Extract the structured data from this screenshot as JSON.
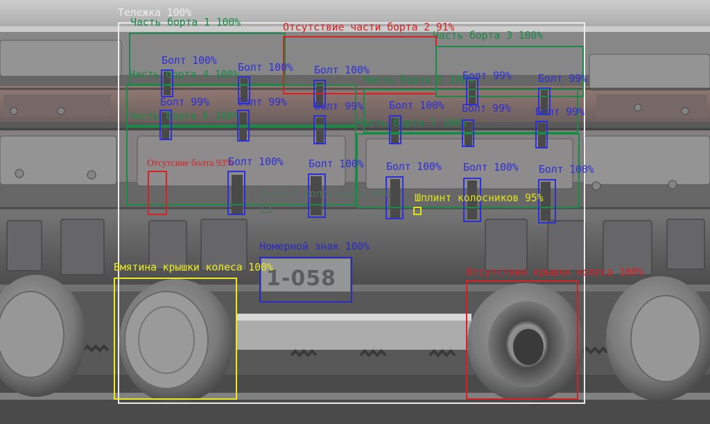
{
  "colors": {
    "class_truck": "#ececec",
    "class_side": "#1b8a46",
    "class_bolt": "#2d2fd6",
    "class_missing": "#d82024",
    "class_cap_dent": "#ecec22",
    "class_cotter": "#53725f",
    "class_cotter_yellow": "#e2e21c",
    "class_plate": "#2a2bc2"
  },
  "scene": {
    "plate_digits": "1-058"
  },
  "detections": [
    {
      "id": "truck",
      "cls": "class_truck",
      "label": "Тележка 100%"
    },
    {
      "id": "side-part-1",
      "cls": "class_side",
      "label": "Часть борта 1 100%"
    },
    {
      "id": "missing-side-part-2",
      "cls": "class_missing",
      "label": "Отсутствие части борта 2 91%"
    },
    {
      "id": "side-part-3",
      "cls": "class_side",
      "label": "Часть борта 3 100%"
    },
    {
      "id": "side-part-4",
      "cls": "class_side",
      "label": "Часть борта 4 100%"
    },
    {
      "id": "side-part-5",
      "cls": "class_side",
      "label": "Часть борта 5 100%"
    },
    {
      "id": "side-part-6",
      "cls": "class_side",
      "label": "Часть борта 6 100%"
    },
    {
      "id": "side-part-7",
      "cls": "class_side",
      "label": "Часть борта 7 100%"
    },
    {
      "id": "bolt-r1-1",
      "cls": "class_bolt",
      "label": "Болт 100%"
    },
    {
      "id": "bolt-r1-2",
      "cls": "class_bolt",
      "label": "Болт 100%"
    },
    {
      "id": "bolt-r1-3",
      "cls": "class_bolt",
      "label": "Болт 100%"
    },
    {
      "id": "bolt-r1-4",
      "cls": "class_bolt",
      "label": "Болт 99%"
    },
    {
      "id": "bolt-r1-5",
      "cls": "class_bolt",
      "label": "Болт 99%"
    },
    {
      "id": "bolt-r2-1",
      "cls": "class_bolt",
      "label": "Болт 99%"
    },
    {
      "id": "bolt-r2-2",
      "cls": "class_bolt",
      "label": "Болт 99%"
    },
    {
      "id": "bolt-r2-3",
      "cls": "class_bolt",
      "label": "Болт 99%"
    },
    {
      "id": "bolt-r2-4",
      "cls": "class_bolt",
      "label": "Болт 100%"
    },
    {
      "id": "bolt-r2-5",
      "cls": "class_bolt",
      "label": "Болт 99%"
    },
    {
      "id": "bolt-r2-6",
      "cls": "class_bolt",
      "label": "Болт 99%"
    },
    {
      "id": "missing-bolt",
      "cls": "class_missing",
      "label": "Отсутсвие болта 93%",
      "font": "serif"
    },
    {
      "id": "bolt-r3-1",
      "cls": "class_bolt",
      "label": "Болт 100%"
    },
    {
      "id": "bolt-r3-2",
      "cls": "class_bolt",
      "label": "Болт 100%"
    },
    {
      "id": "bolt-r3-3",
      "cls": "class_bolt",
      "label": "Болт 100%"
    },
    {
      "id": "bolt-r3-4",
      "cls": "class_bolt",
      "label": "Болт 100%"
    },
    {
      "id": "bolt-r3-5",
      "cls": "class_bolt",
      "label": "Болт 100%"
    },
    {
      "id": "cotter-pins-1",
      "cls": "class_cotter",
      "label": "Шплинт колосников 96%"
    },
    {
      "id": "cotter-pins-2",
      "cls": "class_cotter_yellow",
      "label": "Шплинт колосников 95%"
    },
    {
      "id": "number-plate",
      "cls": "class_plate",
      "label": "Номерной знак 100%"
    },
    {
      "id": "wheel-cap-dent",
      "cls": "class_cap_dent",
      "label": "Вмятина крышки колеса 100%"
    },
    {
      "id": "missing-wheel-cap",
      "cls": "class_missing",
      "label": "Отсутствие крышки колеса 100%"
    }
  ]
}
